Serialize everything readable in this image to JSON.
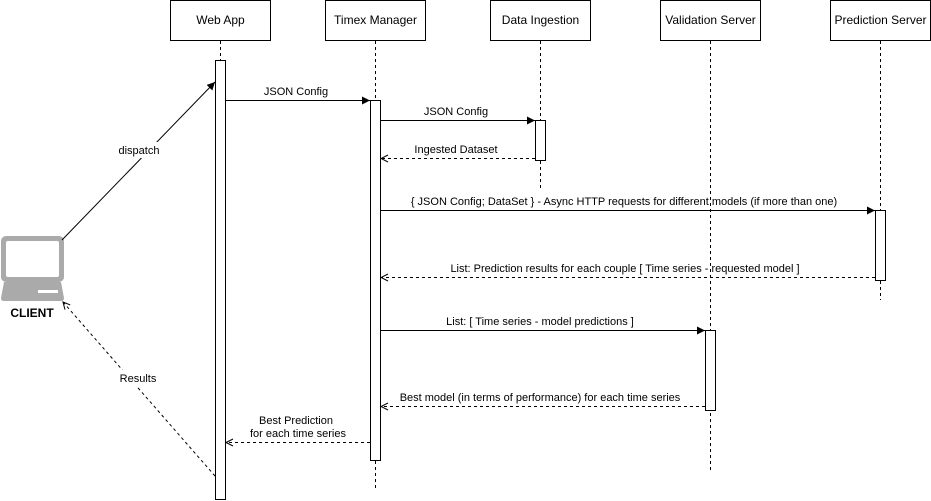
{
  "participants": {
    "webapp": "Web App",
    "timex": "Timex Manager",
    "ingestion": "Data Ingestion",
    "validation": "Validation Server",
    "prediction": "Prediction Server"
  },
  "client": {
    "label": "CLIENT"
  },
  "messages": {
    "dispatch": "dispatch",
    "json_config_1": "JSON Config",
    "json_config_2": "JSON Config",
    "ingested_dataset": "Ingested Dataset",
    "async_requests": "{ JSON Config; DataSet } - Async HTTP requests for different models (if more than one)",
    "prediction_results": "List: Prediction results for each couple [ Time series -  requested model ]",
    "model_predictions": "List: [  Time series - model predictions ]",
    "best_model": "Best model (in terms of performance) for each time series",
    "best_prediction_line1": "Best Prediction",
    "best_prediction_line2": "for each time series",
    "results": "Results"
  }
}
